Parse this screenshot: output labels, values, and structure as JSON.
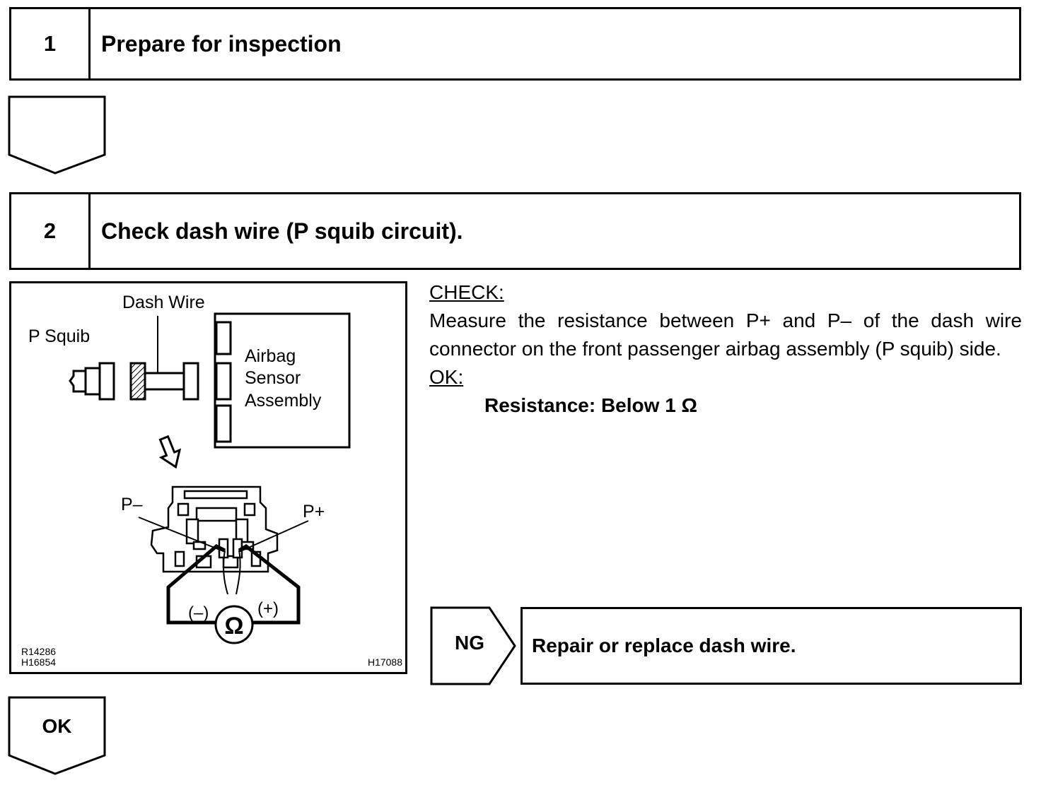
{
  "steps": [
    {
      "number": "1",
      "title": "Prepare for inspection"
    },
    {
      "number": "2",
      "title": "Check dash wire (P squib circuit)."
    }
  ],
  "figure": {
    "dash_wire_label": "Dash Wire",
    "p_squib_label": "P Squib",
    "airbag_label_1": "Airbag",
    "airbag_label_2": "Sensor",
    "airbag_label_3": "Assembly",
    "p_minus_label": "P–",
    "p_plus_label": "P+",
    "meter_minus": "(–)",
    "meter_plus": "(+)",
    "ohm_symbol": "Ω",
    "code_1": "R14286",
    "code_2": "H16854",
    "code_3": "H17088"
  },
  "check": {
    "heading": "CHECK:",
    "body": "Measure the resistance between P+ and P– of the dash wire connector on the front passenger airbag assembly (P squib) side.",
    "ok_heading": "OK:",
    "spec": "Resistance: Below 1 Ω"
  },
  "ng": {
    "label": "NG",
    "action": "Repair or replace dash wire."
  },
  "ok_arrow_label": "OK"
}
